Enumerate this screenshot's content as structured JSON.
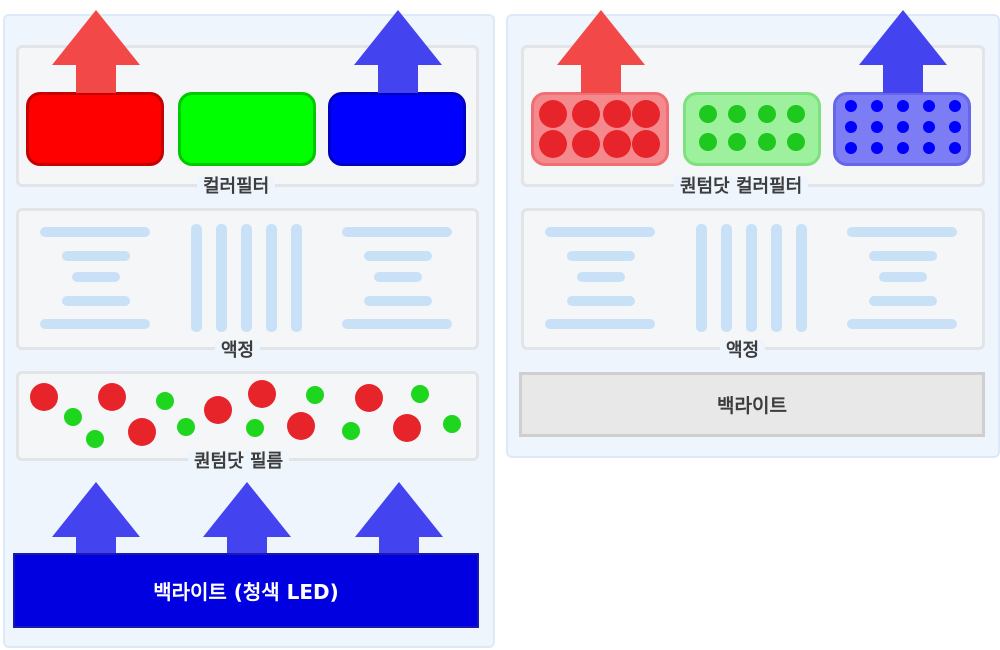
{
  "left_diagram": {
    "color_filter_label": "컬러필터",
    "liquid_crystal_label": "액정",
    "qd_film_label": "퀀텀닷 필름",
    "backlight_label": "백라이트 (청색 LED)"
  },
  "right_diagram": {
    "qd_color_filter_label": "퀀텀닷 컬러필터",
    "liquid_crystal_label": "액정",
    "backlight_label": "백라이트"
  },
  "colors": {
    "red": "#ff0000",
    "green": "#00ff00",
    "blue": "#0000ff",
    "arrow_red": "#f34848",
    "arrow_blue": "#4343f0",
    "qd_red": "#e8242b",
    "qd_green": "#1ec81e",
    "lc_bar": "#c9e1f7"
  }
}
